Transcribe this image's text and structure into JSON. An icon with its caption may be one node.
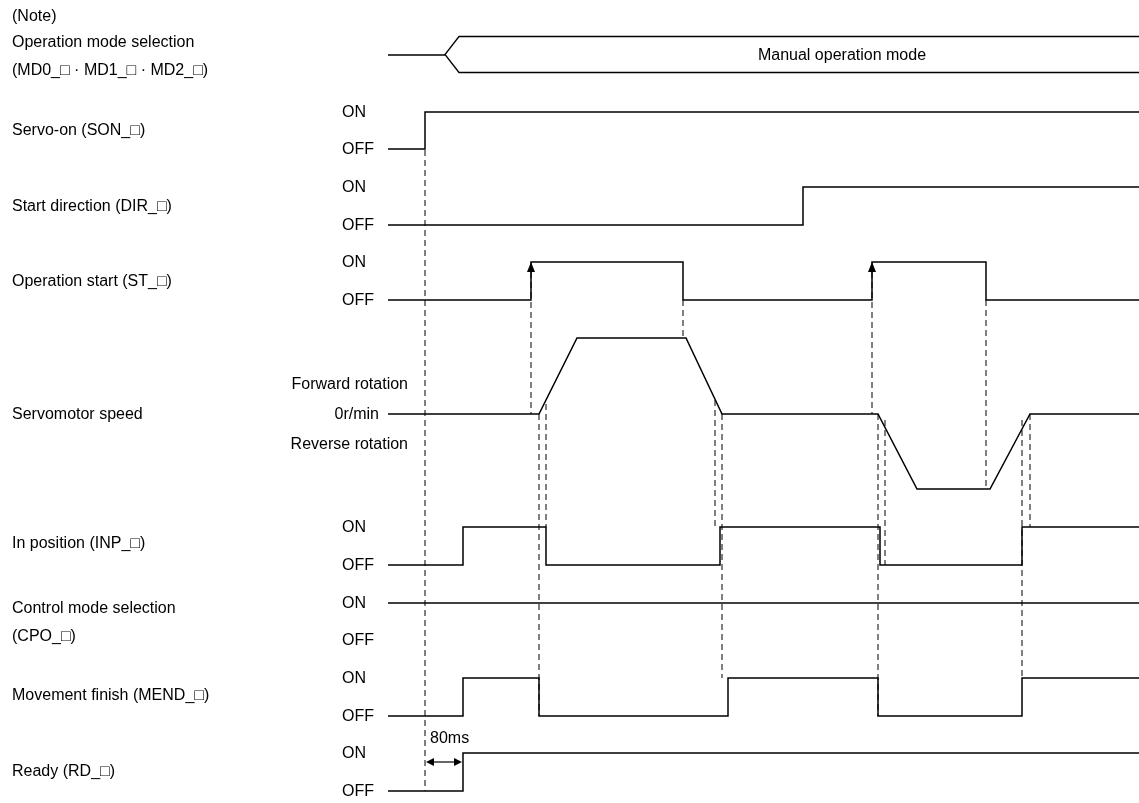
{
  "diagram": {
    "nodes": [
      {
        "text": [
          "Manual operation mode"
        ]
      }
    ],
    "labels": [
      "(Note)",
      "Operation mode selection (MD0_□ · MD1_□ · MD2_□)",
      "ON",
      "Servo-on (SON_□)",
      "OFF",
      "ON",
      "Start direction (DIR_□)",
      "OFF",
      "ON",
      "Operation start (ST_□)",
      "OFF",
      "Forward rotation",
      "Servomotor speed",
      "0r/min",
      "Reverse rotation",
      "ON",
      "In position (INP_□)",
      "OFF",
      "ON",
      "Control mode selection (CPO_□)",
      "OFF",
      "ON",
      "Movement finish (MEND_□)",
      "OFF",
      "80ms",
      "ON",
      "Ready (RD_□)",
      "OFF"
    ]
  }
}
